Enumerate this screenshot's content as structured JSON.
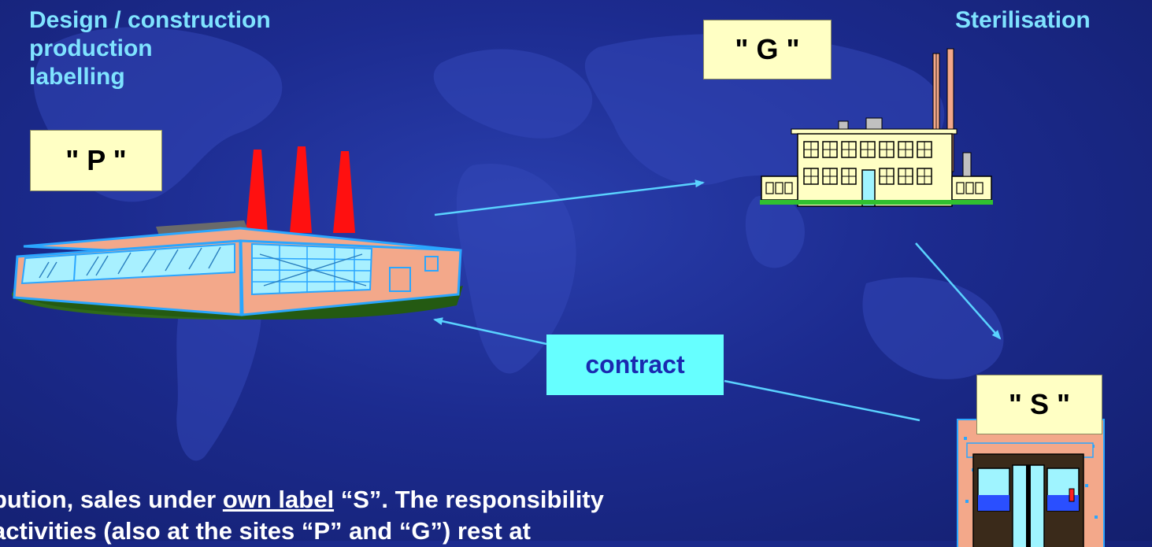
{
  "captions": {
    "design_lines": [
      "Design / construction",
      "production",
      "labelling"
    ],
    "sterilisation": "Sterilisation"
  },
  "labels": {
    "p": "\" P \"",
    "g": "\" G \"",
    "s": "\" S \"",
    "contract": "contract"
  },
  "bottom_text": {
    "line1_a": "bution, sales under ",
    "line1_u": "own label",
    "line1_b": " “S”. The responsibility",
    "line2": " activities (also at the sites “P” and “G”) rest at"
  },
  "colors": {
    "background": "#1c2b8f",
    "caption": "#7fe3ff",
    "label_box": "#ffffc4",
    "contract_box": "#66ffff",
    "arrow": "#5ad2ff"
  }
}
